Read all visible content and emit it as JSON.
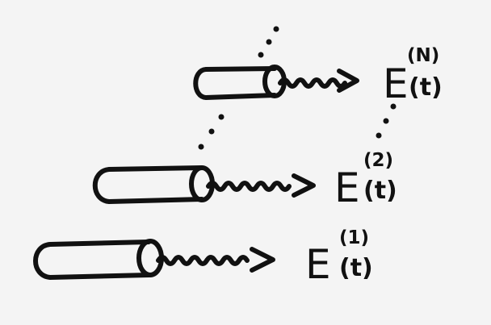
{
  "emitters": [
    {
      "field_symbol": "E",
      "mode_index": "(N)",
      "time_arg": "(t)"
    },
    {
      "field_symbol": "E",
      "mode_index": "(2)",
      "time_arg": "(t)"
    },
    {
      "field_symbol": "E",
      "mode_index": "(1)",
      "time_arg": "(t)"
    }
  ],
  "colors": {
    "ink": "#111111",
    "paper": "#f4f4f4"
  }
}
